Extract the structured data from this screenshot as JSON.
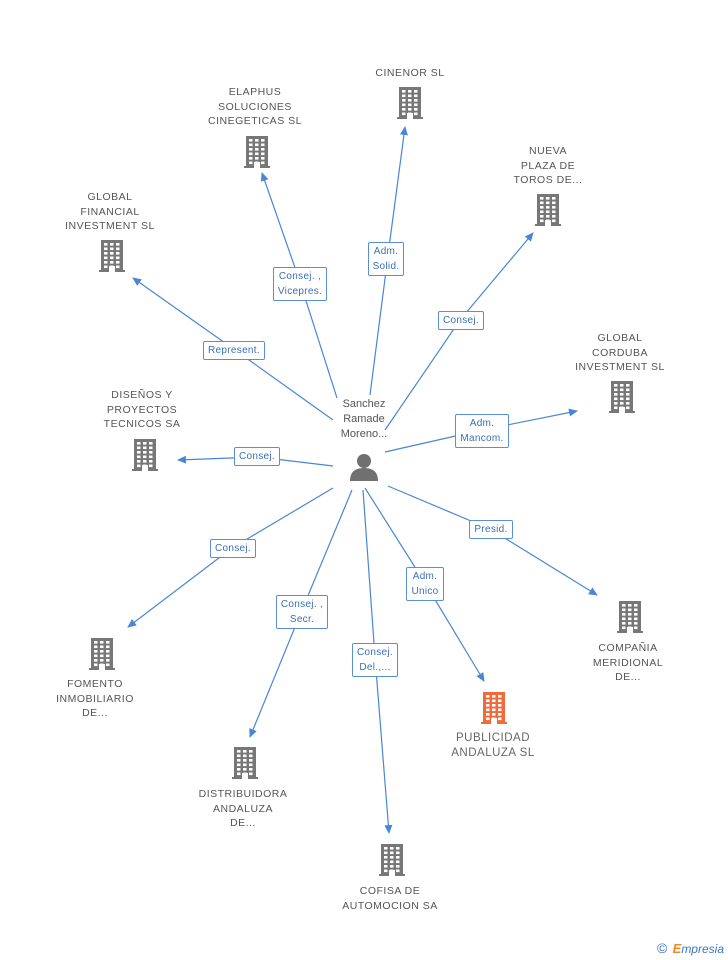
{
  "center": {
    "name_lines": [
      "Sanchez",
      "Ramade",
      "Moreno..."
    ]
  },
  "companies": [
    {
      "id": "cinenor",
      "lines": [
        "CINENOR  SL"
      ],
      "highlight": false
    },
    {
      "id": "elaphus",
      "lines": [
        "ELAPHUS",
        "SOLUCIONES",
        "CINEGETICAS SL"
      ],
      "highlight": false
    },
    {
      "id": "nueva-plaza",
      "lines": [
        "NUEVA",
        "PLAZA DE",
        "TOROS DE..."
      ],
      "highlight": false
    },
    {
      "id": "global-financial",
      "lines": [
        "GLOBAL",
        "FINANCIAL",
        "INVESTMENT  SL"
      ],
      "highlight": false
    },
    {
      "id": "global-corduba",
      "lines": [
        "GLOBAL",
        "CORDUBA",
        "INVESTMENT  SL"
      ],
      "highlight": false
    },
    {
      "id": "disenos",
      "lines": [
        "DISEÑOS Y",
        "PROYECTOS",
        "TECNICOS SA"
      ],
      "highlight": false
    },
    {
      "id": "fomento",
      "lines": [
        "FOMENTO",
        "INMOBILIARIO",
        "DE..."
      ],
      "highlight": false
    },
    {
      "id": "compania-meridional",
      "lines": [
        "COMPAÑIA",
        "MERIDIONAL",
        "DE..."
      ],
      "highlight": false
    },
    {
      "id": "publicidad",
      "lines": [
        "PUBLICIDAD",
        "ANDALUZA SL"
      ],
      "highlight": true
    },
    {
      "id": "distribuidora",
      "lines": [
        "DISTRIBUIDORA",
        "ANDALUZA",
        "DE..."
      ],
      "highlight": false
    },
    {
      "id": "cofisa",
      "lines": [
        "COFISA DE",
        "AUTOMOCION SA"
      ],
      "highlight": false
    }
  ],
  "relations": [
    {
      "target": "cinenor",
      "lines": [
        "Adm.",
        "Solid."
      ]
    },
    {
      "target": "elaphus",
      "lines": [
        "Consej. ,",
        "Vicepres."
      ]
    },
    {
      "target": "nueva-plaza",
      "lines": [
        "Consej."
      ]
    },
    {
      "target": "global-financial",
      "lines": [
        "Represent."
      ]
    },
    {
      "target": "global-corduba",
      "lines": [
        "Adm.",
        "Mancom."
      ]
    },
    {
      "target": "disenos",
      "lines": [
        "Consej."
      ]
    },
    {
      "target": "fomento",
      "lines": [
        "Consej."
      ]
    },
    {
      "target": "compania-meridional",
      "lines": [
        "Presid."
      ]
    },
    {
      "target": "publicidad",
      "lines": [
        "Adm.",
        "Unico"
      ]
    },
    {
      "target": "distribuidora",
      "lines": [
        "Consej. ,",
        "Secr."
      ]
    },
    {
      "target": "cofisa",
      "lines": [
        "Consej.",
        "Del.,..."
      ]
    }
  ],
  "colors": {
    "edge": "#4a86d4",
    "building": "#777777",
    "building_highlight": "#f06a3a",
    "person": "#707070"
  },
  "footer": {
    "copyright": "©",
    "brand_first": "E",
    "brand_rest": "mpresia"
  }
}
